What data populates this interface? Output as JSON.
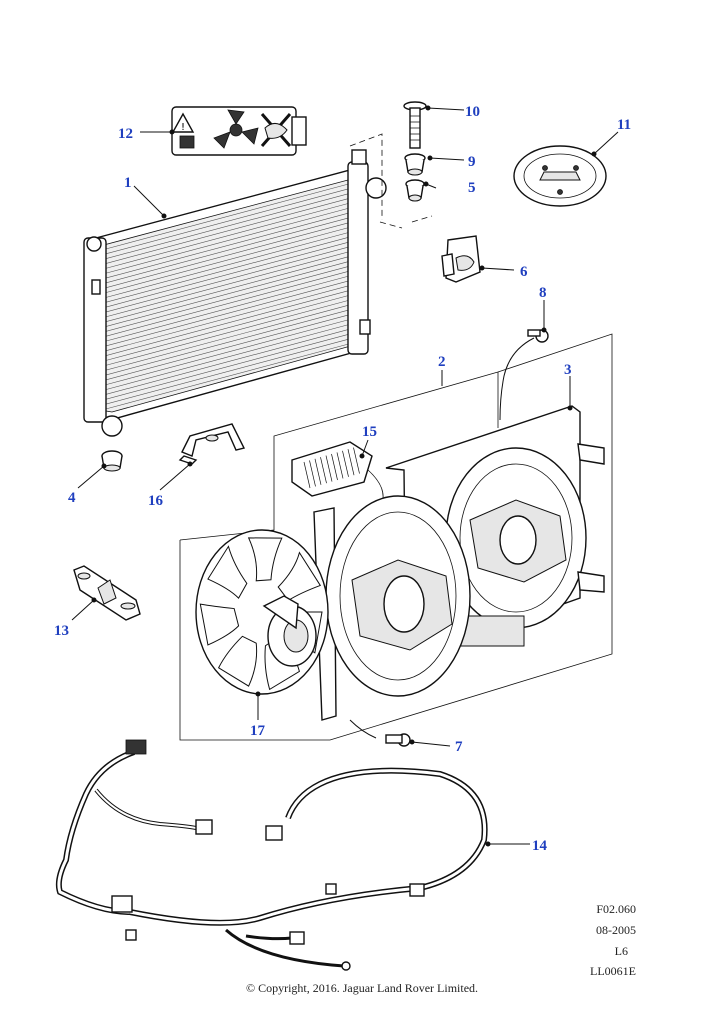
{
  "callouts": [
    {
      "id": "1",
      "label": "1"
    },
    {
      "id": "2",
      "label": "2"
    },
    {
      "id": "3",
      "label": "3"
    },
    {
      "id": "4",
      "label": "4"
    },
    {
      "id": "5",
      "label": "5"
    },
    {
      "id": "6",
      "label": "6"
    },
    {
      "id": "7",
      "label": "7"
    },
    {
      "id": "8",
      "label": "8"
    },
    {
      "id": "9",
      "label": "9"
    },
    {
      "id": "10",
      "label": "10"
    },
    {
      "id": "11",
      "label": "11"
    },
    {
      "id": "12",
      "label": "12"
    },
    {
      "id": "13",
      "label": "13"
    },
    {
      "id": "14",
      "label": "14"
    },
    {
      "id": "15",
      "label": "15"
    },
    {
      "id": "16",
      "label": "16"
    },
    {
      "id": "17",
      "label": "17"
    }
  ],
  "meta": {
    "figure_code": "F02.060",
    "date": "08-2005",
    "level": "L6",
    "illustration_id": "LL0061E"
  },
  "copyright": "© Copyright, 2016. Jaguar Land Rover Limited."
}
